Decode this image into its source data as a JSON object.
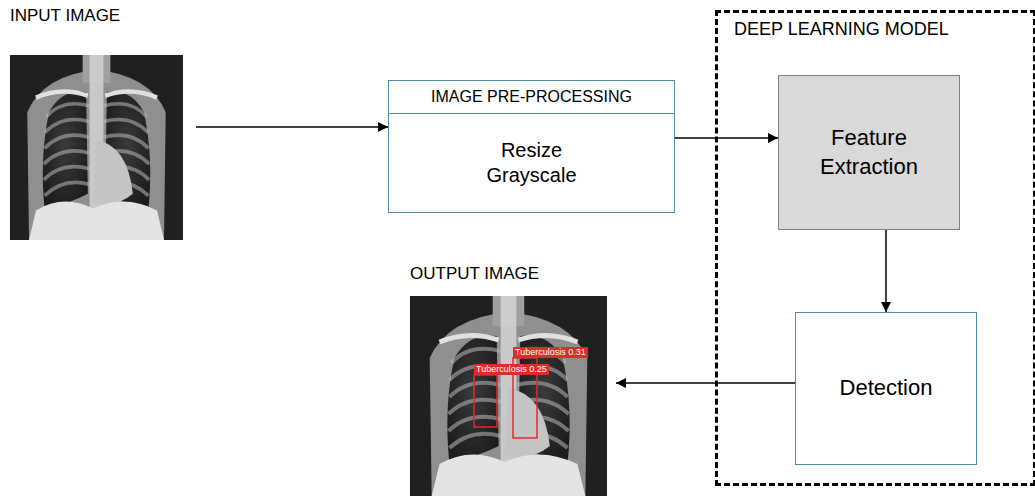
{
  "diagram": {
    "nodes": [
      {
        "text": [
          "INPUT IMAGE"
        ]
      },
      {
        "text": [
          "IMAGE PRE-PROCESSING",
          "Resize Grayscale"
        ]
      },
      {
        "text": [
          "DEEP LEARNING MODEL"
        ]
      },
      {
        "text": [
          "Feature Extraction"
        ],
        "in": 2
      },
      {
        "text": [
          "Detection"
        ],
        "in": 2
      },
      {
        "text": [
          "OUTPUT IMAGE"
        ]
      }
    ],
    "edges": [
      {
        "from": 0,
        "to": 1,
        "arrow": "to"
      },
      {
        "from": 1,
        "to": 3,
        "arrow": "to"
      },
      {
        "from": 3,
        "to": 4,
        "arrow": "to"
      },
      {
        "from": 4,
        "to": 5,
        "arrow": "to"
      }
    ],
    "labels": [
      "Tuberculosis 0.31",
      "Tuberculosis 0.25"
    ]
  }
}
